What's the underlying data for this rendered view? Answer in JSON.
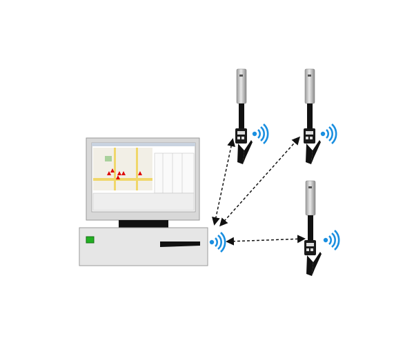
{
  "diagram": {
    "nodes": [
      {
        "id": "computer",
        "icon": "desktop-computer-icon"
      },
      {
        "id": "sensor-1",
        "icon": "wireless-sensor-probe-icon"
      },
      {
        "id": "sensor-2",
        "icon": "wireless-sensor-probe-icon"
      },
      {
        "id": "sensor-3",
        "icon": "wireless-sensor-probe-icon"
      }
    ],
    "links": [
      {
        "from": "computer",
        "to": "sensor-1",
        "style": "dashed",
        "arrows": "both"
      },
      {
        "from": "computer",
        "to": "sensor-2",
        "style": "dashed",
        "arrows": "both"
      },
      {
        "from": "computer",
        "to": "sensor-3",
        "style": "dashed",
        "arrows": "both"
      }
    ],
    "colors": {
      "wireless_signal": "#1a8fe0",
      "power_led": "#22b022",
      "case": "#e6e6e6",
      "probe_tube": "#c8c8c8",
      "probe_handle": "#111111"
    }
  }
}
